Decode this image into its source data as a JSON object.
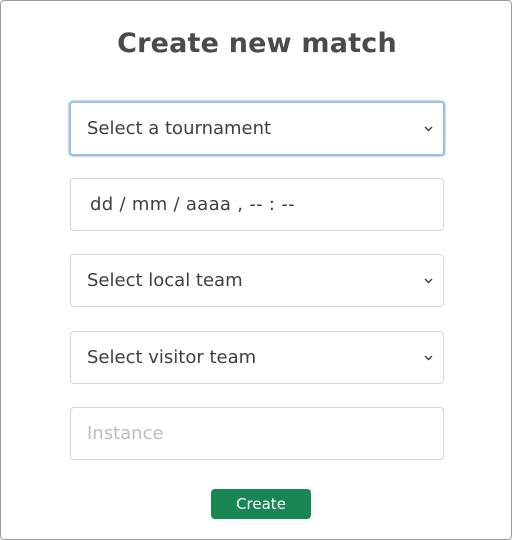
{
  "form": {
    "title": "Create new match",
    "tournament_select": {
      "selected": "Select a tournament"
    },
    "datetime_input": {
      "value": "dd / mm / aaaa ,  -- : --"
    },
    "local_team_select": {
      "selected": "Select local team"
    },
    "visitor_team_select": {
      "selected": "Select visitor team"
    },
    "instance_input": {
      "placeholder": "Instance"
    },
    "create_label": "Create"
  },
  "colors": {
    "accent_button": "#188753",
    "focus_ring": "#9dbfe2",
    "title_text": "#4a4a4a"
  }
}
